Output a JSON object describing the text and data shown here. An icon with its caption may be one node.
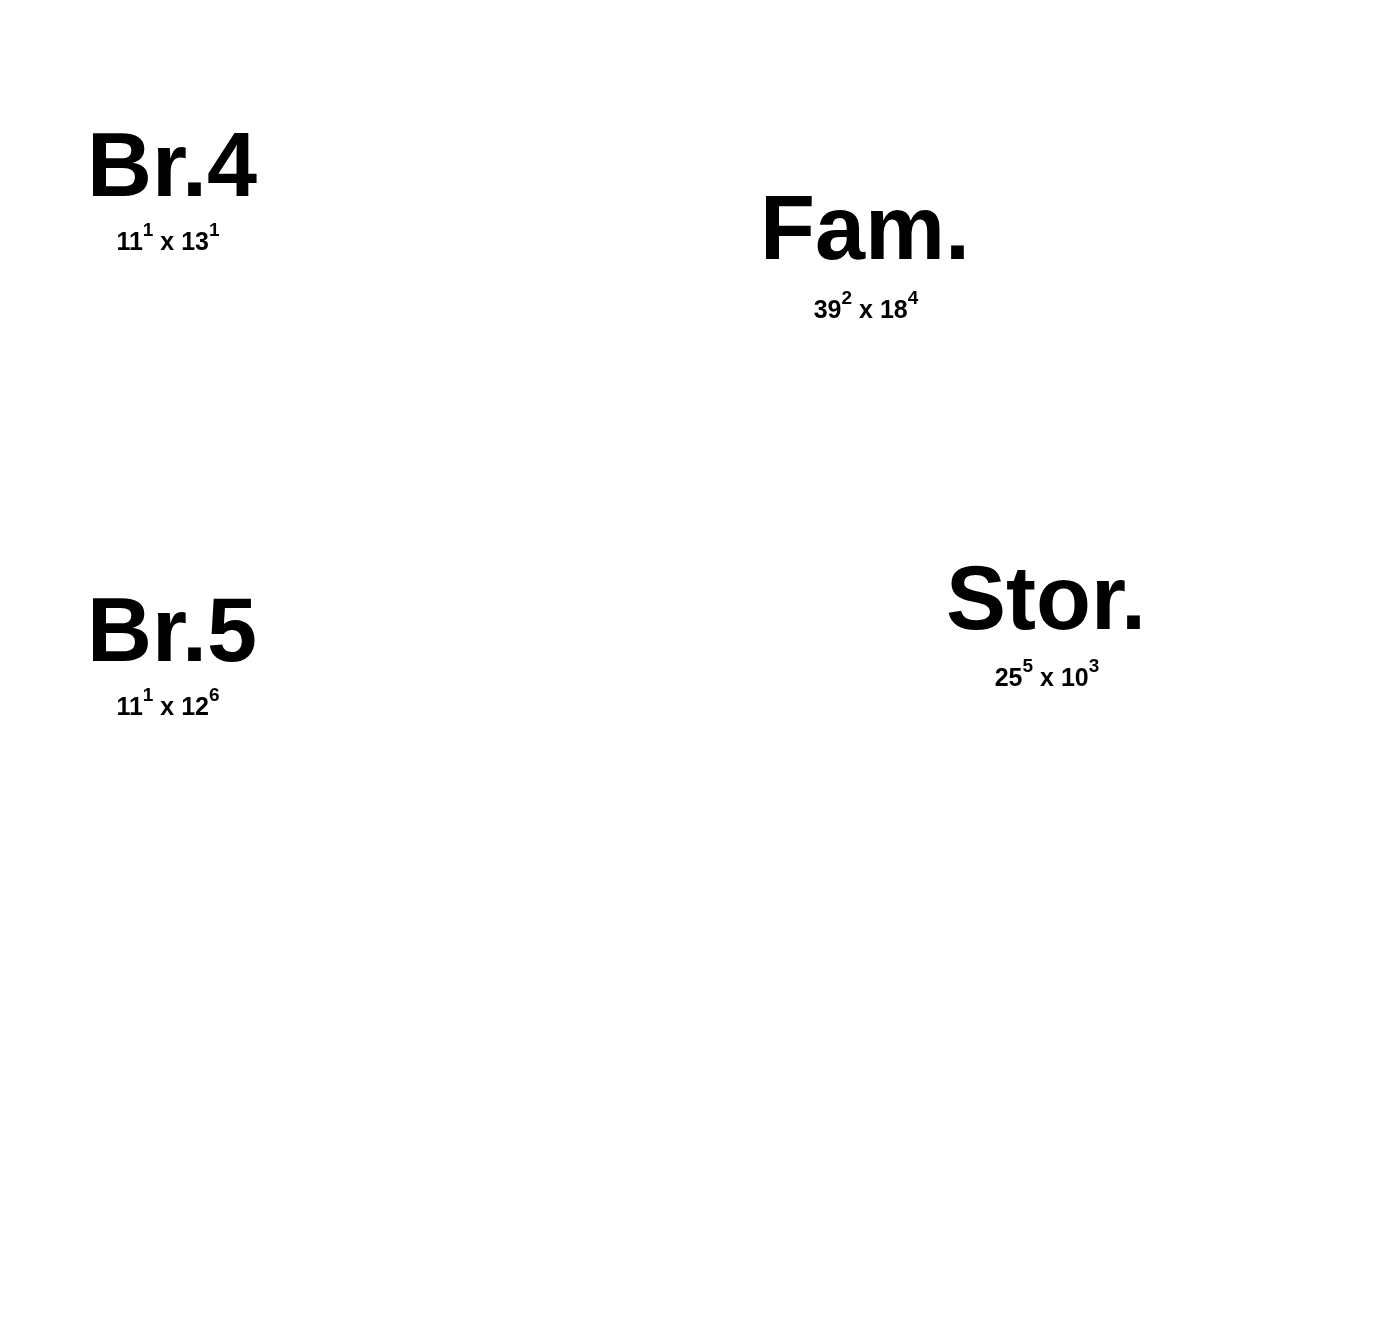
{
  "diagram": {
    "labels": [
      "Br.4",
      "11$^{1}$ x 13$^{1}$",
      "Fam.",
      "39$^{2}$ x 18$^{4}$",
      "Br.5",
      "11$^{1}$ x 12$^{6}$",
      "Stor.",
      "25$^{5}$ x 10$^{3}$"
    ]
  }
}
